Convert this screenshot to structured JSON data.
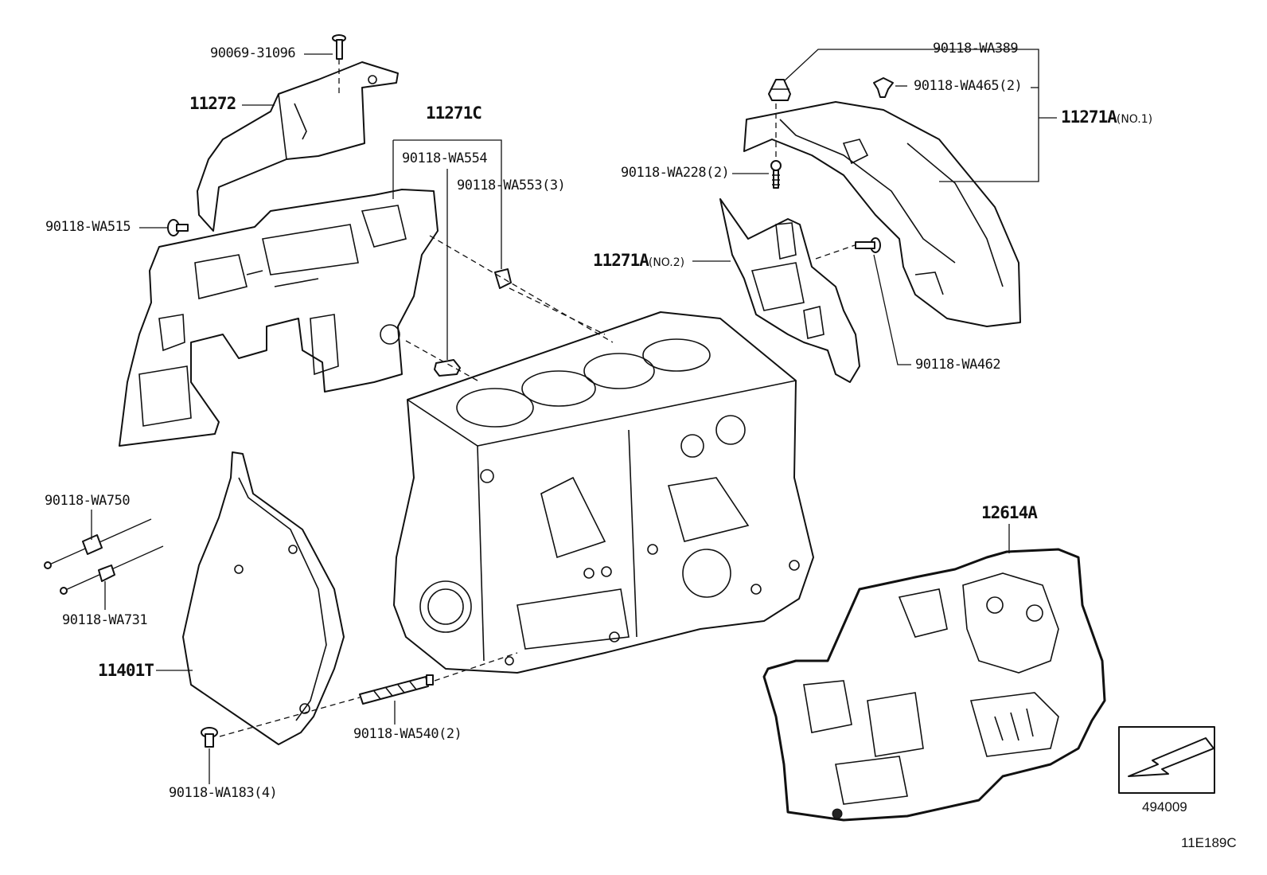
{
  "labels": {
    "p90069_31096": "90069-31096",
    "p11272": "11272",
    "p11271c": "11271C",
    "p90118_wa554": "90118-WA554",
    "p90118_wa553": "90118-WA553(3)",
    "p90118_wa515": "90118-WA515",
    "p90118_wa389": "90118-WA389",
    "p90118_wa465": "90118-WA465(2)",
    "p11271a_no1": "11271A",
    "p11271a_no1_sub": "(NO.1)",
    "p90118_wa228": "90118-WA228(2)",
    "p11271a_no2": "11271A",
    "p11271a_no2_sub": "(NO.2)",
    "p90118_wa462": "90118-WA462",
    "p90118_wa750": "90118-WA750",
    "p90118_wa731": "90118-WA731",
    "p11401t": "11401T",
    "p12614a": "12614A",
    "p90118_wa540": "90118-WA540(2)",
    "p90118_wa183": "90118-WA183(4)"
  },
  "footer": {
    "view_code": "494009",
    "diagram_id": "11E189C"
  }
}
